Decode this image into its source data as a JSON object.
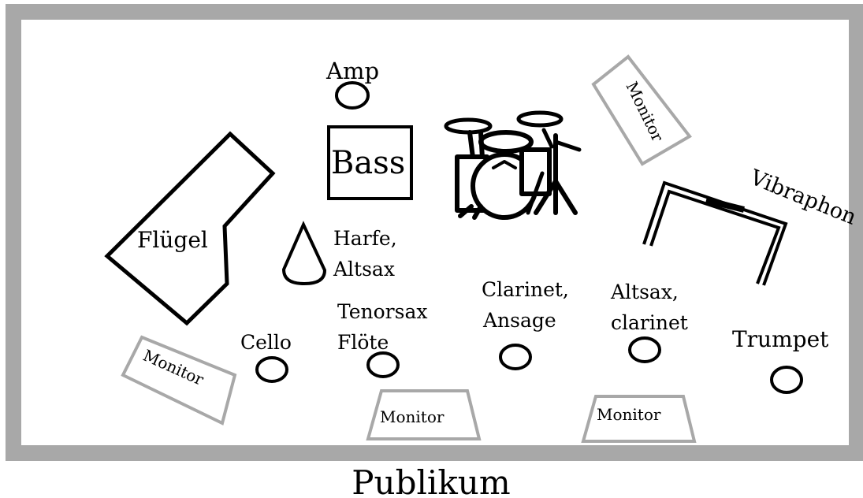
{
  "labels": {
    "amp": "Amp",
    "bass": "Bass",
    "fluegel": "Flügel",
    "harfe_1": "Harfe,",
    "harfe_2": "Altsax",
    "tenorsax_1": "Tenorsax",
    "tenorsax_2": "Flöte",
    "cello": "Cello",
    "clarinet_1": "Clarinet,",
    "clarinet_2": "Ansage",
    "altsax_1": "Altsax,",
    "altsax_2": "clarinet",
    "trumpet": "Trumpet",
    "vibraphon": "Vibraphon",
    "monitor_top_right": "Monitor",
    "monitor_left": "Monitor",
    "monitor_center": "Monitor",
    "monitor_right": "Monitor",
    "audience": "Publikum"
  },
  "colors": {
    "stage_border": "#a8a8a8",
    "monitor_border": "#a8a8a8",
    "ink": "#000000",
    "background": "#ffffff"
  },
  "icons": {
    "drums": "drum-kit-icon",
    "harp": "harp-cone-icon",
    "piano": "grand-piano-outline-icon",
    "vibraphone": "vibraphone-frame-icon",
    "positions": "circle-position-icon"
  }
}
